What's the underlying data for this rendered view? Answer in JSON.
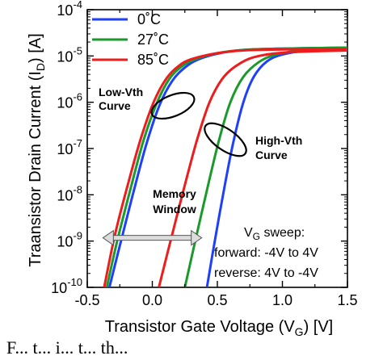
{
  "chart_data": {
    "type": "line",
    "xlabel_main": "Transistor Gate Voltage (V",
    "xlabel_sub": "G",
    "xlabel_end": ") [V]",
    "ylabel_main": "Traansistor Drain Current (I",
    "ylabel_sub": "D",
    "ylabel_end": ") [A]",
    "xlim": [
      -0.5,
      1.5
    ],
    "ylim_log10": [
      -10,
      -4
    ],
    "yscale": "log",
    "xticks": [
      "-0.5",
      "0.0",
      "0.5",
      "1.0",
      "1.5"
    ],
    "xtick_values": [
      -0.5,
      0.0,
      0.5,
      1.0,
      1.5
    ],
    "yticks": [
      {
        "base": "10",
        "exp": "-10",
        "log": -10
      },
      {
        "base": "10",
        "exp": "-9",
        "log": -9
      },
      {
        "base": "10",
        "exp": "-8",
        "log": -8
      },
      {
        "base": "10",
        "exp": "-7",
        "log": -7
      },
      {
        "base": "10",
        "exp": "-6",
        "log": -6
      },
      {
        "base": "10",
        "exp": "-5",
        "log": -5
      },
      {
        "base": "10",
        "exp": "-4",
        "log": -4
      }
    ],
    "legend_position": "top-left",
    "series": [
      {
        "name": "0˚C",
        "color": "#1f3fff",
        "low_vth": {
          "x": [
            -0.33,
            -0.25,
            -0.15,
            -0.05,
            0.05,
            0.15,
            0.25,
            0.35,
            0.5,
            0.7,
            1.0,
            1.5
          ],
          "log_y": [
            -10,
            -9.1,
            -8.0,
            -6.95,
            -6.1,
            -5.55,
            -5.25,
            -5.08,
            -4.95,
            -4.87,
            -4.84,
            -4.82
          ]
        },
        "high_vth": {
          "x": [
            0.42,
            0.48,
            0.55,
            0.62,
            0.7,
            0.78,
            0.88,
            1.0,
            1.2,
            1.5
          ],
          "log_y": [
            -10,
            -9.0,
            -7.9,
            -6.9,
            -6.0,
            -5.45,
            -5.12,
            -4.97,
            -4.88,
            -4.84
          ]
        }
      },
      {
        "name": "27˚C",
        "color": "#1a9a2a",
        "low_vth": {
          "x": [
            -0.35,
            -0.27,
            -0.17,
            -0.07,
            0.03,
            0.13,
            0.23,
            0.33,
            0.5,
            0.7,
            1.0,
            1.5
          ],
          "log_y": [
            -10,
            -9.0,
            -7.9,
            -6.85,
            -6.05,
            -5.5,
            -5.22,
            -5.07,
            -4.94,
            -4.87,
            -4.84,
            -4.82
          ]
        },
        "high_vth": {
          "x": [
            0.25,
            0.33,
            0.42,
            0.51,
            0.6,
            0.7,
            0.82,
            0.95,
            1.15,
            1.5
          ],
          "log_y": [
            -10,
            -9.0,
            -7.9,
            -6.85,
            -6.0,
            -5.45,
            -5.13,
            -4.97,
            -4.88,
            -4.84
          ]
        }
      },
      {
        "name": "85˚C",
        "color": "#ee1c1c",
        "low_vth": {
          "x": [
            -0.37,
            -0.29,
            -0.19,
            -0.09,
            0.01,
            0.11,
            0.21,
            0.31,
            0.5,
            0.7,
            1.0,
            1.5
          ],
          "log_y": [
            -10,
            -8.9,
            -7.8,
            -6.8,
            -6.0,
            -5.48,
            -5.2,
            -5.06,
            -4.94,
            -4.88,
            -4.86,
            -4.85
          ]
        },
        "high_vth": {
          "x": [
            0.05,
            0.14,
            0.24,
            0.34,
            0.44,
            0.55,
            0.68,
            0.82,
            1.05,
            1.5
          ],
          "log_y": [
            -10,
            -9.0,
            -7.9,
            -6.85,
            -6.0,
            -5.45,
            -5.15,
            -5.0,
            -4.92,
            -4.88
          ]
        }
      }
    ],
    "annotations": {
      "low_vth": "Low-Vth\nCurve",
      "high_vth": "High-Vth\nCurve",
      "memory_window": "Memory\nWindow",
      "vg_sweep_main": "V",
      "vg_sweep_sub": "G",
      "vg_sweep_end": " sweep:",
      "forward": "forward: -4V to 4V",
      "reverse": "reverse: 4V to -4V"
    },
    "arrow_x_range": [
      -0.38,
      0.38
    ],
    "arrow_log_y": -8.93
  },
  "caption": "F... t... i... t... th... "
}
